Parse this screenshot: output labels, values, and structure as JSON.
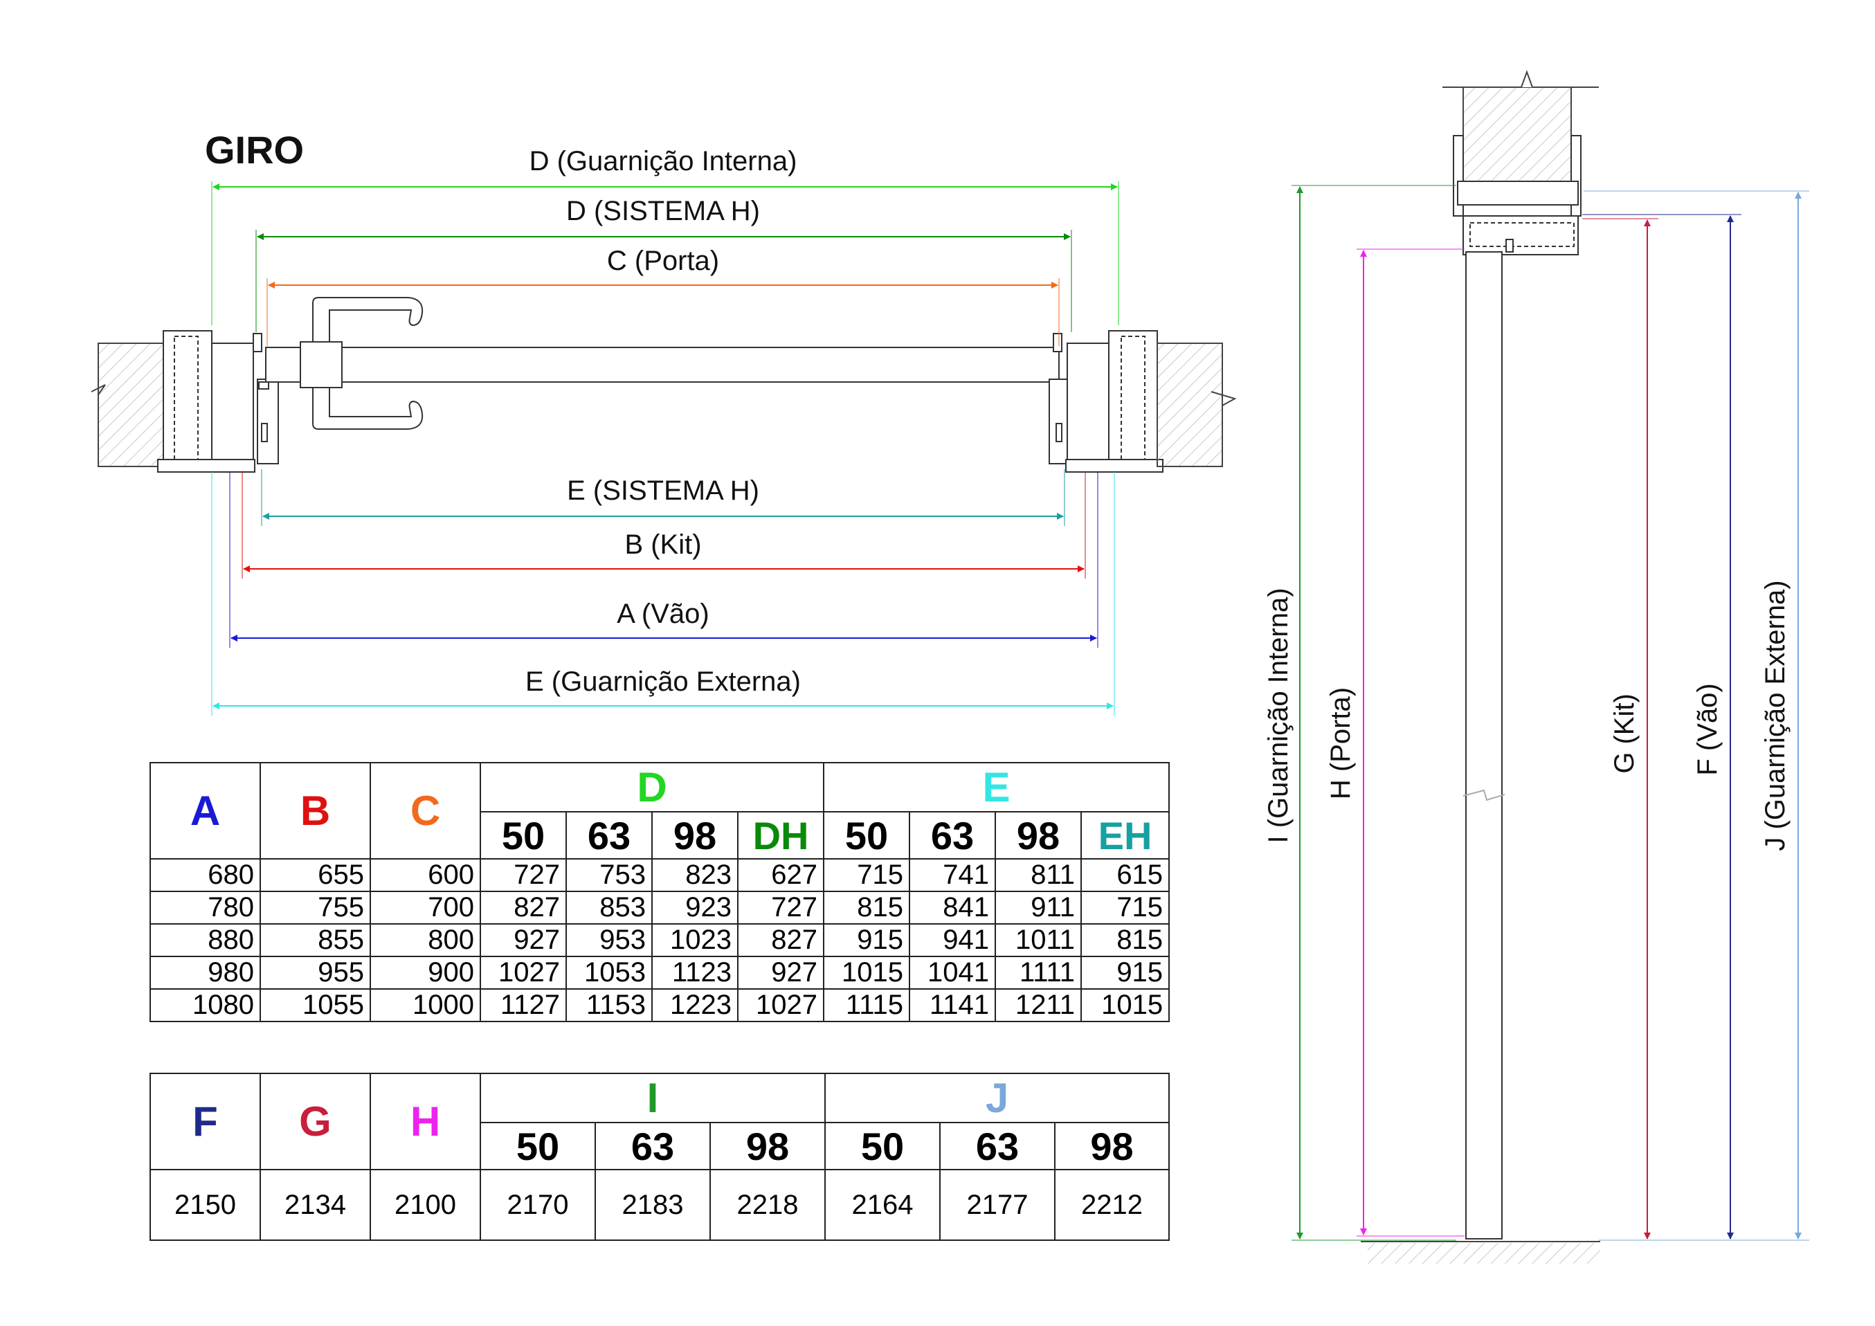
{
  "title": "GIRO",
  "plan_dimensions": {
    "d_guarnicao_interna": "D (Guarnição Interna)",
    "d_sistema_h": "D (SISTEMA H)",
    "c_porta": "C (Porta)",
    "e_sistema_h": "E (SISTEMA H)",
    "b_kit": "B (Kit)",
    "a_vao": "A (Vão)",
    "e_guarnicao_externa": "E (Guarnição Externa)"
  },
  "section_dimensions": {
    "i_guarnicao_interna": "I (Guarnição Interna)",
    "h_porta": "H (Porta)",
    "g_kit": "G (Kit)",
    "f_vao": "F (Vão)",
    "j_guarnicao_externa": "J (Guarnição Externa)"
  },
  "colors": {
    "A": "#1a1ad6",
    "B": "#e01010",
    "C": "#f06a1e",
    "D": "#22d622",
    "DH": "#0a8a0a",
    "E": "#33e6e6",
    "EH": "#17a0a0",
    "F": "#202a8a",
    "G": "#c81e3c",
    "H": "#ee22ee",
    "I": "#1f9a2a",
    "J": "#7aa8d8"
  },
  "table1": {
    "headers": {
      "a": "A",
      "b": "B",
      "c": "C",
      "d": "D",
      "e": "E"
    },
    "sub_headers": [
      "50",
      "63",
      "98",
      "DH",
      "50",
      "63",
      "98",
      "EH"
    ],
    "rows": [
      [
        "680",
        "655",
        "600",
        "727",
        "753",
        "823",
        "627",
        "715",
        "741",
        "811",
        "615"
      ],
      [
        "780",
        "755",
        "700",
        "827",
        "853",
        "923",
        "727",
        "815",
        "841",
        "911",
        "715"
      ],
      [
        "880",
        "855",
        "800",
        "927",
        "953",
        "1023",
        "827",
        "915",
        "941",
        "1011",
        "815"
      ],
      [
        "980",
        "955",
        "900",
        "1027",
        "1053",
        "1123",
        "927",
        "1015",
        "1041",
        "1111",
        "915"
      ],
      [
        "1080",
        "1055",
        "1000",
        "1127",
        "1153",
        "1223",
        "1027",
        "1115",
        "1141",
        "1211",
        "1015"
      ]
    ]
  },
  "table2": {
    "headers": {
      "f": "F",
      "g": "G",
      "h": "H",
      "i": "I",
      "j": "J"
    },
    "sub_headers": [
      "50",
      "63",
      "98",
      "50",
      "63",
      "98"
    ],
    "rows": [
      [
        "2150",
        "2134",
        "2100",
        "2170",
        "2183",
        "2218",
        "2164",
        "2177",
        "2212"
      ]
    ]
  }
}
